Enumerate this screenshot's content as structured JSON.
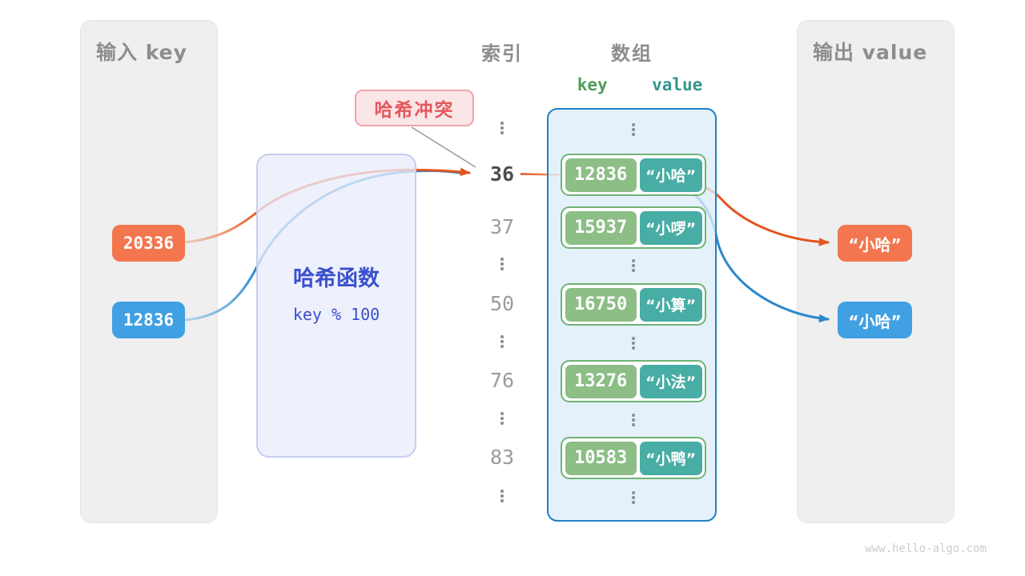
{
  "watermark": "www.hello-algo.com",
  "input_panel": {
    "title": "输入 key",
    "keys": [
      {
        "value": "20336",
        "color": "#f3764e"
      },
      {
        "value": "12836",
        "color": "#41a0e2"
      }
    ]
  },
  "output_panel": {
    "title": "输出 value",
    "values": [
      {
        "text": "“小哈”",
        "color": "#f3764e"
      },
      {
        "text": "“小哈”",
        "color": "#41a0e2"
      }
    ]
  },
  "hash_function": {
    "title": "哈希函数",
    "formula": "key % 100"
  },
  "collision_label": {
    "text": "哈希冲突"
  },
  "index_column": {
    "header": "索引",
    "items": [
      {
        "dots": true
      },
      {
        "label": "36",
        "highlight": true
      },
      {
        "label": "37"
      },
      {
        "dots": true
      },
      {
        "label": "50"
      },
      {
        "dots": true
      },
      {
        "label": "76"
      },
      {
        "dots": true
      },
      {
        "label": "83"
      },
      {
        "dots": true
      }
    ]
  },
  "array": {
    "header": "数组",
    "columns": {
      "key": "key",
      "value": "value"
    },
    "pairs": [
      {
        "key": "12836",
        "value": "“小哈”"
      },
      {
        "key": "15937",
        "value": "“小啰”"
      },
      {
        "key": "16750",
        "value": "“小算”"
      },
      {
        "key": "13276",
        "value": "“小法”"
      },
      {
        "key": "10583",
        "value": "“小鸭”"
      }
    ]
  },
  "colors": {
    "panel_gray": "#efeff0",
    "chip_orange": "#f3764e",
    "chip_blue": "#41a0e2",
    "arrow_orange": "#e2551f",
    "arrow_blue": "#2b87ca",
    "key_green": "#8cbe86",
    "value_teal": "#48ada5",
    "pair_border": "#6fb375",
    "array_border": "#2080c5",
    "hash_text": "#3a50cc",
    "collision_red": "#e4575c"
  }
}
